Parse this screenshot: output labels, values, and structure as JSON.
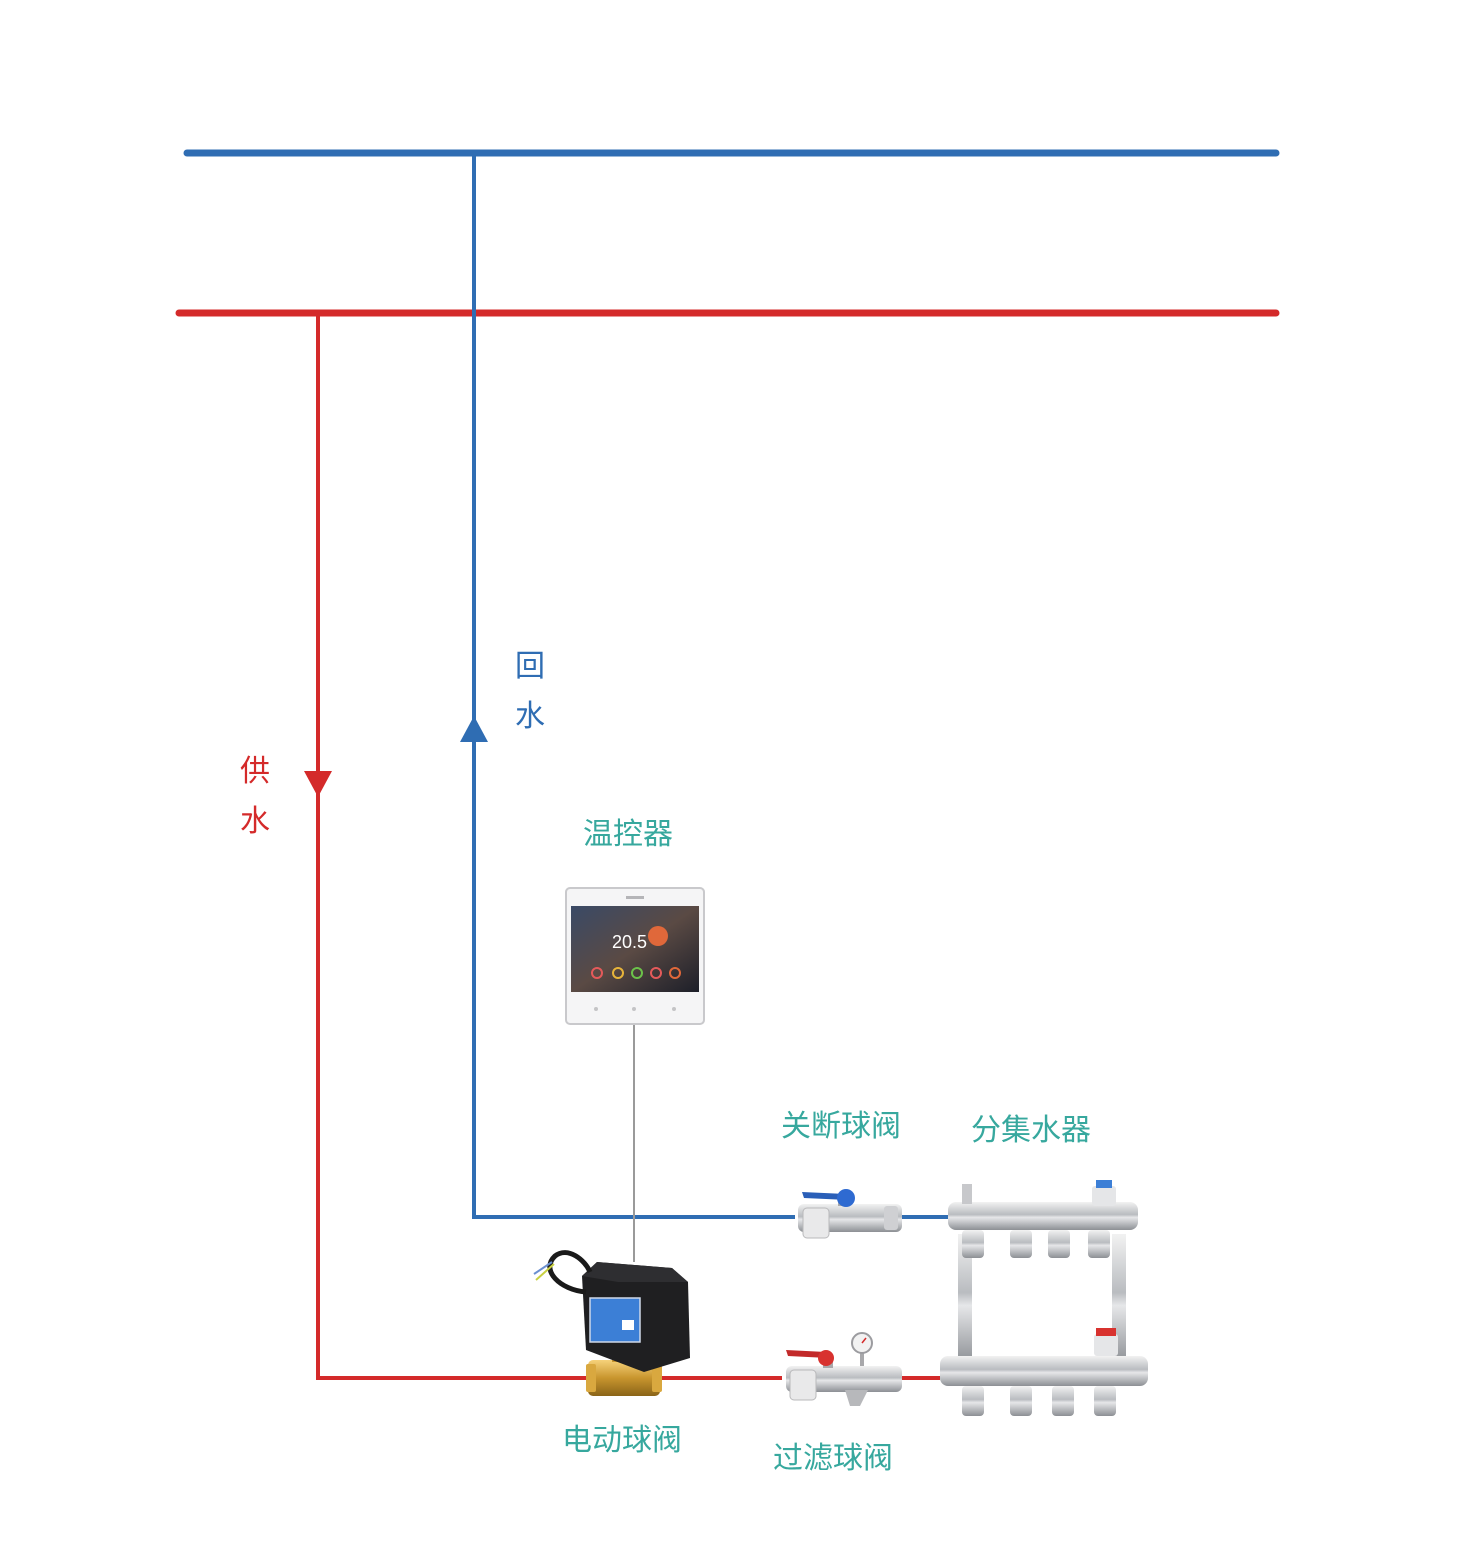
{
  "colors": {
    "supply": "#d42a2a",
    "return": "#2f6db3",
    "label": "#37a89e",
    "signal": "#9a9a9a"
  },
  "labels": {
    "return_char1": "回",
    "return_char2": "水",
    "supply_char1": "供",
    "supply_char2": "水",
    "thermostat": "温控器",
    "shutoff_valve": "关断球阀",
    "manifold": "分集水器",
    "motorized_valve": "电动球阀",
    "filter_valve": "过滤球阀"
  },
  "thermostat_screen": {
    "temperature": "20.5"
  },
  "icons": {
    "return_arrow": "arrow-up-icon",
    "supply_arrow": "arrow-down-icon"
  }
}
